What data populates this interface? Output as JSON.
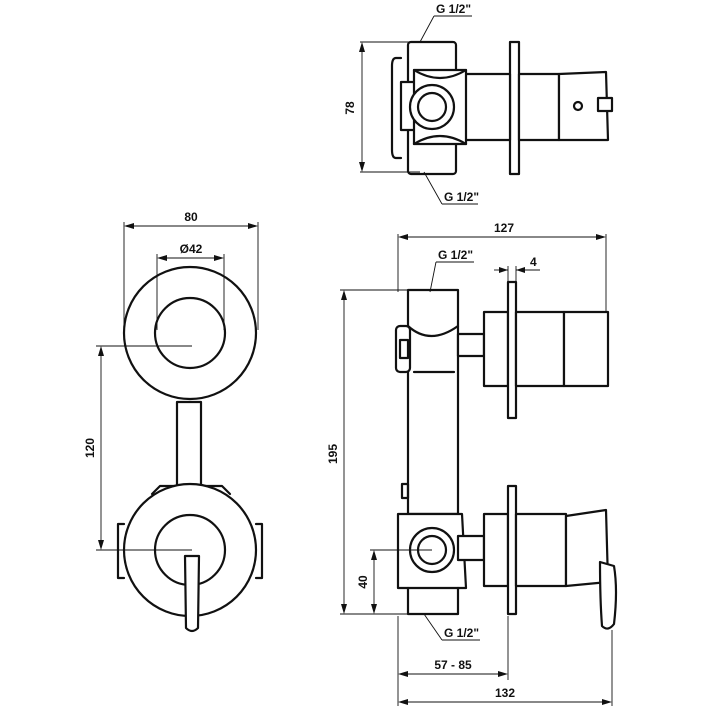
{
  "labels": {
    "top_thread_1": "G 1/2\"",
    "top_thread_2": "G 1/2\"",
    "side_thread_top": "G 1/2\"",
    "side_thread_bottom": "G 1/2\"",
    "dim_78": "78",
    "dim_80": "80",
    "dim_d42": "Ø42",
    "dim_120": "120",
    "dim_127": "127",
    "dim_4": "4",
    "dim_195": "195",
    "dim_40": "40",
    "dim_57_85": "57 - 85",
    "dim_132": "132"
  }
}
